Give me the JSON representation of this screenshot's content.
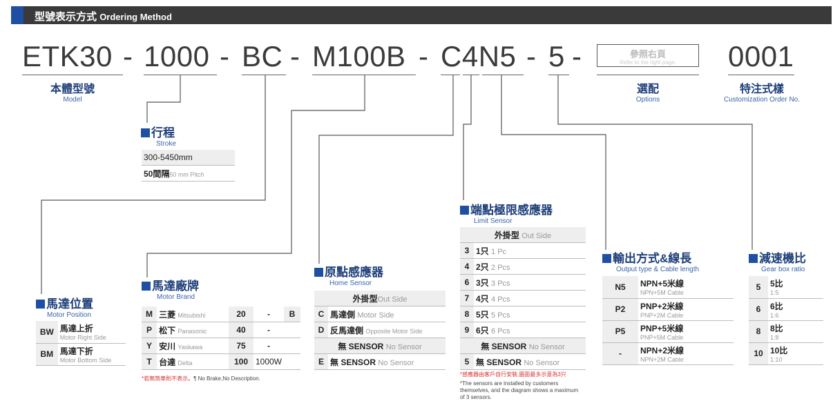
{
  "header": {
    "title_zh": "型號表示方式",
    "title_en": "Ordering Method"
  },
  "code": {
    "p1": "ETK30",
    "d1": "-",
    "p2": "1000",
    "d2": "-",
    "p3": "BC",
    "d3": "-",
    "p4": "M100B",
    "d4": "-",
    "p5": "C4N5",
    "d5": "-",
    "p6": "5",
    "d6": "-",
    "p8": "-",
    "p9": "0001"
  },
  "options_box": {
    "zh": "參照右頁",
    "en": "Refer to the right page."
  },
  "labels": {
    "model_zh": "本體型號",
    "model_en": "Model",
    "options_zh": "選配",
    "options_en": "Options",
    "custom_zh": "特注式樣",
    "custom_en": "Customization Order No."
  },
  "stroke": {
    "zh": "行程",
    "en": "Stroke",
    "row1": "300-5450mm",
    "row2": "50間隔",
    "row2_sub": "50 mm Pitch"
  },
  "motor_position": {
    "zh": "馬達位置",
    "en": "Motor Position",
    "rows": [
      {
        "code": "BW",
        "zh": "馬達上折",
        "en": "Motor Right Side"
      },
      {
        "code": "BM",
        "zh": "馬達下折",
        "en": "Motor Bottom Side"
      }
    ]
  },
  "motor_brand": {
    "zh": "馬達廠牌",
    "en": "Motor Brand",
    "rows": [
      {
        "code": "M",
        "zh": "三菱",
        "en": "Mitsubishi",
        "w": "20",
        "x": "-",
        "b": "B"
      },
      {
        "code": "P",
        "zh": "松下",
        "en": "Panasonic",
        "w": "40",
        "x": "-",
        "b": ""
      },
      {
        "code": "Y",
        "zh": "安川",
        "en": "Yaskawa",
        "w": "75",
        "x": "-",
        "b": ""
      },
      {
        "code": "T",
        "zh": "台達",
        "en": "Delta",
        "w": "100",
        "x": "1000W",
        "b": ""
      }
    ],
    "note_red": "*若無煞車則不表示。",
    "note_gray": "¶ No Brake,No Description."
  },
  "home_sensor": {
    "zh": "原點感應器",
    "en": "Home Sensor",
    "header_zh": "外掛型",
    "header_en": "Out Side",
    "rows": [
      {
        "code": "C",
        "zh": "馬達側",
        "en": "Motor Side"
      },
      {
        "code": "D",
        "zh": "反馬達側",
        "en": "Opposite Motor Side"
      },
      {
        "code": "",
        "zh": "無 SENSOR",
        "en": "No Sensor"
      },
      {
        "code": "E",
        "zh": "無 SENSOR",
        "en": "No Sensor"
      }
    ]
  },
  "limit_sensor": {
    "zh": "端點極限感應器",
    "en": "Limit Sensor",
    "header_zh": "外掛型",
    "header_en": "Out Side",
    "rows": [
      {
        "code": "3",
        "zh": "1只",
        "en": "1 Pc"
      },
      {
        "code": "4",
        "zh": "2只",
        "en": "2 Pcs"
      },
      {
        "code": "6",
        "zh": "3只",
        "en": "3 Pcs"
      },
      {
        "code": "7",
        "zh": "4只",
        "en": "4 Pcs"
      },
      {
        "code": "8",
        "zh": "5只",
        "en": "5 Pcs"
      },
      {
        "code": "9",
        "zh": "6只",
        "en": "6 Pcs"
      },
      {
        "code": "",
        "zh": "無 SENSOR",
        "en": "No Sensor"
      },
      {
        "code": "5",
        "zh": "無 SENSOR",
        "en": "No Sensor"
      }
    ],
    "note_red": "*感應器由客戶自行安裝,圖面最多示意為3只",
    "note_gray": "*The sensors are installed by customers themselves, and the diagram shows a maximum of 3 sensors."
  },
  "output": {
    "zh": "輸出方式&線長",
    "en": "Output type & Cable length",
    "rows": [
      {
        "code": "N5",
        "main": "NPN+5米線",
        "sub": "NPN+5M Cable"
      },
      {
        "code": "P2",
        "main": "PNP+2米線",
        "sub": "PNP+2M Cable"
      },
      {
        "code": "P5",
        "main": "PNP+5米線",
        "sub": "PNP+5M Cable"
      },
      {
        "code": "-",
        "main": "NPN+2米線",
        "sub": "NPN+2M Cable"
      }
    ]
  },
  "gear": {
    "zh": "減速機比",
    "en": "Gear box ratio",
    "rows": [
      {
        "code": "5",
        "main": "5比",
        "sub": "1:5"
      },
      {
        "code": "6",
        "main": "6比",
        "sub": "1:6"
      },
      {
        "code": "8",
        "main": "8比",
        "sub": "1:8"
      },
      {
        "code": "10",
        "main": "10比",
        "sub": "1:10"
      }
    ]
  }
}
